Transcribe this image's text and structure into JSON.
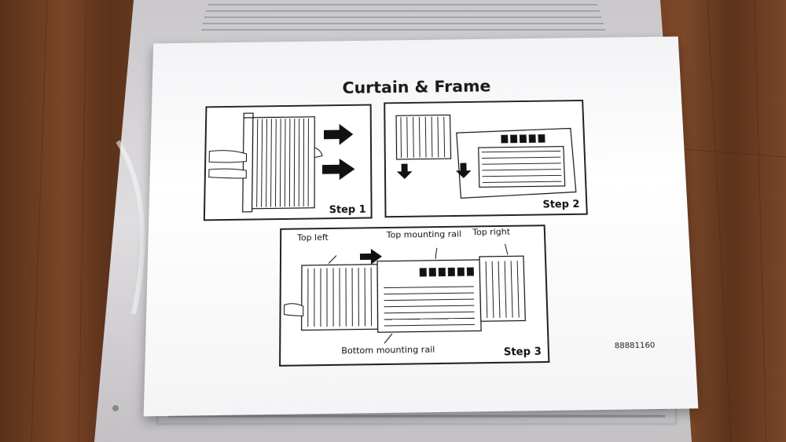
{
  "sheet": {
    "title": "Curtain & Frame",
    "part_number": "88881160",
    "steps": [
      {
        "label": "Step 1"
      },
      {
        "label": "Step 2"
      },
      {
        "label": "Step 3",
        "callouts": {
          "top_left": "Top left",
          "top_mounting_rail": "Top mounting rail",
          "top_right": "Top right",
          "bottom_mounting_rail": "Bottom mounting rail"
        }
      }
    ]
  },
  "colors": {
    "wood_floor": "#6e3f22",
    "plastic_wrap": "#d9d9dc",
    "paper": "#ffffff",
    "ink": "#1a1a1a"
  }
}
